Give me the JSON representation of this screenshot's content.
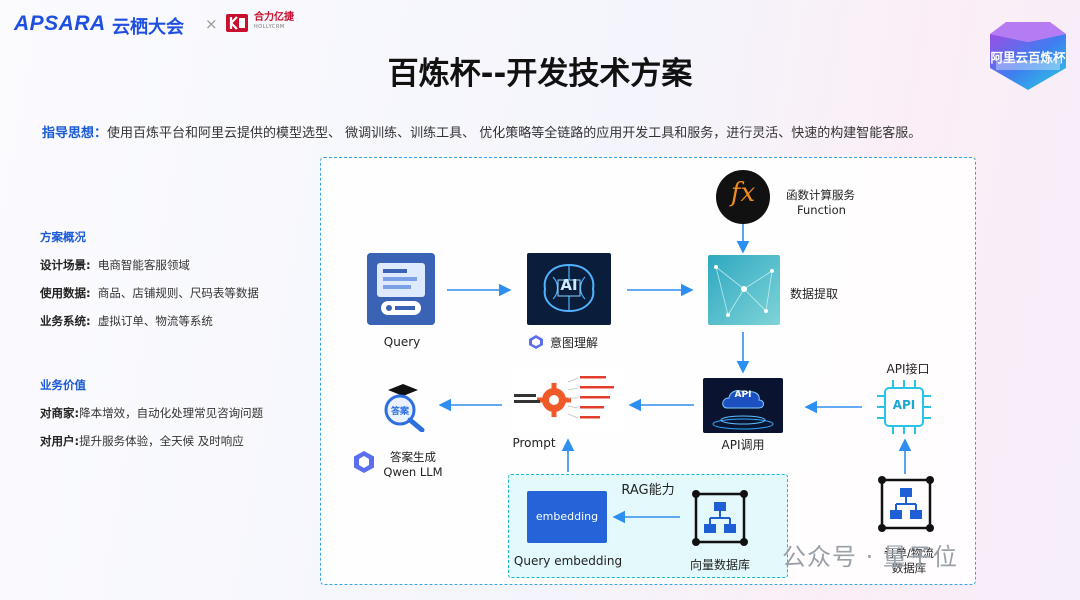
{
  "header": {
    "brand": "APSARA",
    "brand_cn": "云栖大会",
    "separator": "×",
    "partner_cn": "合力亿捷",
    "partner_en": "HOLLYCRM",
    "title": "百炼杯--开发技术方案",
    "badge_text": "阿里云百炼杯"
  },
  "guideline": {
    "label": "指导思想：",
    "text": "使用百炼平台和阿里云提供的模型选型、 微调训练、训练工具、 优化策略等全链路的应用开发工具和服务，进行灵活、快速的构建智能客服。"
  },
  "overview": {
    "heading": "方案概况",
    "rows": [
      {
        "key": "设计场景:",
        "value": "电商智能客服领域"
      },
      {
        "key": "使用数据:",
        "value": "商品、店铺规则、尺码表等数据"
      },
      {
        "key": "业务系统:",
        "value": "虚拟订单、物流等系统"
      }
    ]
  },
  "value": {
    "heading": "业务价值",
    "rows": [
      {
        "key": "对商家:",
        "value": "降本增效，自动化处理常见咨询问题"
      },
      {
        "key": "对用户:",
        "value": "提升服务体验，全天候 及时响应"
      }
    ]
  },
  "diagram": {
    "query": "Query",
    "intent": "意图理解",
    "ai_chip": "AI",
    "function_cn": "函数计算服务",
    "function_en": "Function",
    "fx": "fx",
    "extract": "数据提取",
    "api_interface": "API接口",
    "api_chip": "API",
    "api_call_icon": "API",
    "api_call": "API调用",
    "prompt": "Prompt",
    "answer_icon": "答案",
    "answer_cn": "答案生成",
    "answer_en": "Qwen LLM",
    "rag": "RAG能力",
    "embedding_box": "embedding",
    "query_embedding": "Query embedding",
    "vector_db": "向量数据库",
    "order_db_line1": "订单/物流",
    "order_db_line2": "数据库"
  },
  "watermark": "公众号 · 量子位",
  "colors": {
    "accent_blue": "#1a5ad7",
    "arrow_blue": "#2e8ff0",
    "frame_dash": "#3aa3e4",
    "rag_bg": "#e3f9fb"
  }
}
